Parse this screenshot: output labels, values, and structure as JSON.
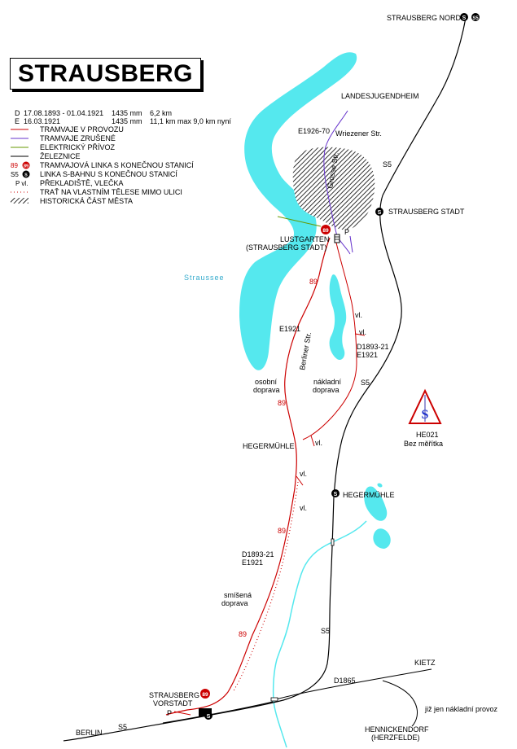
{
  "title": "STRAUSBERG",
  "info": {
    "line1": {
      "code": "D",
      "dates": "17.08.1893 - 01.04.1921",
      "gauge": "1435 mm",
      "length": "6,2 km"
    },
    "line2": {
      "code": "E",
      "dates": "16.03.1921",
      "gauge": "1435 mm",
      "length": "11,1 km max 9,0 km nyní"
    }
  },
  "legend": {
    "items": [
      {
        "symbol": "red-line",
        "label": "TRAMVAJE V PROVOZU"
      },
      {
        "symbol": "purple-line",
        "label": "TRAMVAJE ZRUŠENÉ"
      },
      {
        "symbol": "green-line",
        "label": "ELEKTRICKÝ PŘÍVOZ"
      },
      {
        "symbol": "black-line",
        "label": "ŽELEZNICE"
      },
      {
        "symbol": "tram-terminus",
        "prefix": "89",
        "label": "TRAMVAJOVÁ LINKA S KONEČNOU STANICÍ"
      },
      {
        "symbol": "sbahn-terminus",
        "prefix": "S5",
        "label": "LINKA S-BAHNU S KONEČNOU STANICÍ"
      },
      {
        "symbol": "siding",
        "prefix": "P vl.",
        "label": "PŘEKLADIŠTĚ, VLEČKA"
      },
      {
        "symbol": "dotted-line",
        "label": "TRAŤ NA VLASTNÍM TĚLESE MIMO ULICI"
      },
      {
        "symbol": "hatched",
        "label": "HISTORICKÁ ČÁST MĚSTA"
      }
    ],
    "colors": {
      "tram_active": "#cc0000",
      "tram_closed": "#6633cc",
      "ferry": "#669900",
      "railway": "#000000",
      "water": "#55e8ee"
    }
  },
  "labels": {
    "strausberg_nord": "STRAUSBERG NORD",
    "landesjugendheim": "LANDESJUGENDHEIM",
    "e1926": "E1926-70",
    "wriezener": "Wriezener Str.",
    "s5_top": "S5",
    "strausberg_stadt": "STRAUSBERG STADT",
    "grosse_str": "Grosse Str.",
    "lustgarten1": "LUSTGARTEN",
    "lustgarten2": "(STRAUSBERG STADT)",
    "p_lust": "P",
    "straussee": "Straussee",
    "line89_a": "89",
    "vl_a": "vl.",
    "vl_b": "vl.",
    "e1921_a": "E1921",
    "berliner": "Berliner Str.",
    "d1893_a": "D1893-21",
    "e1921_b": "E1921",
    "osobni1": "osobní",
    "osobni2": "doprava",
    "nakladni1": "nákladní",
    "nakladni2": "doprava",
    "s5_mid": "S5",
    "line89_b": "89",
    "he021": "HE021",
    "scale": "Bez měřítka",
    "north": "S",
    "vl_c": "vl.",
    "hegermuhle_w": "HEGERMÜHLE",
    "vl_d": "vl.",
    "hegermuhle_s": "HEGERMÜHLE",
    "vl_e": "vl.",
    "line89_c": "89",
    "d1893_b": "D1893-21",
    "e1921_c": "E1921",
    "smisena1": "smíšená",
    "smisena2": "doprava",
    "line89_d": "89",
    "s5_low": "S5",
    "kietz": "KIETZ",
    "d1865": "D1865",
    "vorstadt1": "STRAUSBERG",
    "vorstadt2": "VORSTADT",
    "p_vor": "P",
    "berlin": "BERLIN",
    "s5_berlin": "S5",
    "jiz": "již jen nákladní provoz",
    "hennickendorf1": "HENNICKENDORF",
    "hennickendorf2": "(HERZFELDE)",
    "badge_89": "89",
    "badge_s": "S"
  }
}
